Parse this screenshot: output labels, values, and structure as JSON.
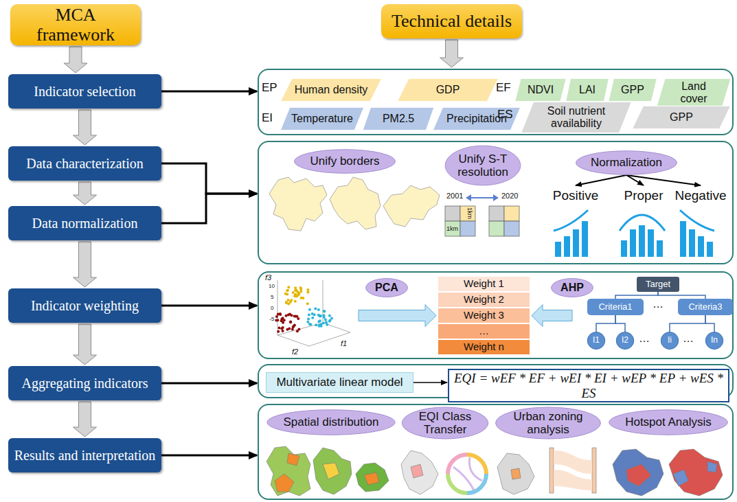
{
  "diagram": {
    "nodes": [
      {
        "text": [
          "MCA framework"
        ]
      },
      {
        "text": [
          "Technical details"
        ]
      },
      {
        "text": [
          "Indicator selection"
        ]
      },
      {
        "text": [
          "Data characterization"
        ]
      },
      {
        "text": [
          "Data normalization"
        ]
      },
      {
        "text": [
          "Indicator weighting"
        ]
      },
      {
        "text": [
          "Aggregating indicators"
        ]
      },
      {
        "text": [
          "Results and interpretation"
        ]
      },
      {
        "text": []
      },
      {
        "text": []
      },
      {
        "text": []
      },
      {
        "text": []
      },
      {
        "text": []
      },
      {
        "text": [
          "Human density"
        ],
        "in": 8
      },
      {
        "text": [
          "GDP"
        ],
        "in": 8
      },
      {
        "text": [
          "NDVI"
        ],
        "in": 8
      },
      {
        "text": [
          "LAI"
        ],
        "in": 8
      },
      {
        "text": [
          "GPP"
        ],
        "in": 8
      },
      {
        "text": [
          "Land cover"
        ],
        "in": 8
      },
      {
        "text": [
          "Temperature"
        ],
        "in": 8
      },
      {
        "text": [
          "PM2.5"
        ],
        "in": 8
      },
      {
        "text": [
          "Precipitation"
        ],
        "in": 8
      },
      {
        "text": [
          "Soil nutrient availability"
        ],
        "in": 8
      },
      {
        "text": [
          "GPP"
        ],
        "in": 8
      },
      {
        "text": [
          "Unify borders"
        ],
        "in": 9
      },
      {
        "text": [
          "Unify S-T resolution"
        ],
        "in": 9
      },
      {
        "text": [
          "Normalization"
        ],
        "in": 9
      },
      {
        "text": [
          "Positive"
        ],
        "in": 9
      },
      {
        "text": [
          "Proper"
        ],
        "in": 9
      },
      {
        "text": [
          "Negative"
        ],
        "in": 9
      },
      {
        "text": [
          "PCA"
        ],
        "in": 10
      },
      {
        "text": [
          "Weight 1"
        ],
        "in": 10
      },
      {
        "text": [
          "Weight 2"
        ],
        "in": 10
      },
      {
        "text": [
          "Weight 3"
        ],
        "in": 10
      },
      {
        "text": [
          "…"
        ],
        "in": 10
      },
      {
        "text": [
          "Weight n"
        ],
        "in": 10
      },
      {
        "text": [
          "AHP"
        ],
        "in": 10
      },
      {
        "text": [
          "Target"
        ],
        "in": 10
      },
      {
        "text": [
          "Criteria1"
        ],
        "in": 10
      },
      {
        "text": [
          "Criteria3"
        ],
        "in": 10
      },
      {
        "text": [
          "I1"
        ],
        "in": 10
      },
      {
        "text": [
          "I2"
        ],
        "in": 10
      },
      {
        "text": [
          "Ii"
        ],
        "in": 10
      },
      {
        "text": [
          "In"
        ],
        "in": 10
      },
      {
        "text": [
          "Multivariate linear model"
        ],
        "in": 11
      },
      {
        "text": [
          "EQI = wEF * EF + wEI * EI + wEP * EP + wES * ES"
        ],
        "in": 11
      },
      {
        "text": [
          "Spatial distribution"
        ],
        "in": 12
      },
      {
        "text": [
          "EQI Class Transfer"
        ],
        "in": 12
      },
      {
        "text": [
          "Urban zoning analysis"
        ],
        "in": 12
      },
      {
        "text": [
          "Hotspot Analysis"
        ],
        "in": 12
      }
    ],
    "edges": [
      {
        "from": 0,
        "to": 2,
        "arrow": "to"
      },
      {
        "from": 2,
        "to": 3,
        "arrow": "to"
      },
      {
        "from": 3,
        "to": 4,
        "arrow": "to"
      },
      {
        "from": 4,
        "to": 5,
        "arrow": "to"
      },
      {
        "from": 5,
        "to": 6,
        "arrow": "to"
      },
      {
        "from": 6,
        "to": 7,
        "arrow": "to"
      },
      {
        "from": 1,
        "to": 8,
        "arrow": "to"
      },
      {
        "from": 2,
        "to": 8,
        "arrow": "to"
      },
      {
        "from": 3,
        "to": 9,
        "arrow": "to"
      },
      {
        "from": 4,
        "to": 9,
        "arrow": "to"
      },
      {
        "from": 5,
        "to": 10,
        "arrow": "to"
      },
      {
        "from": 6,
        "to": 11,
        "arrow": "to"
      },
      {
        "from": 7,
        "to": 12,
        "arrow": "to"
      },
      {
        "from": 26,
        "to": 27,
        "arrow": "to"
      },
      {
        "from": 26,
        "to": 28,
        "arrow": "to"
      },
      {
        "from": 26,
        "to": 29,
        "arrow": "to"
      },
      {
        "from": 30,
        "to": 33,
        "arrow": "to"
      },
      {
        "from": 36,
        "to": 33,
        "arrow": "to"
      },
      {
        "from": 37,
        "to": 38,
        "arrow": "none"
      },
      {
        "from": 37,
        "to": 39,
        "arrow": "none"
      },
      {
        "from": 38,
        "to": 40,
        "arrow": "none"
      },
      {
        "from": 38,
        "to": 41,
        "arrow": "none"
      },
      {
        "from": 39,
        "to": 42,
        "arrow": "none"
      },
      {
        "from": 39,
        "to": 43,
        "arrow": "none"
      },
      {
        "from": 44,
        "to": 45,
        "arrow": "to"
      }
    ],
    "labels": [
      "EP",
      "EF",
      "EI",
      "ES",
      "2001",
      "2020",
      "1km",
      "1km",
      "f3",
      "f2",
      "f1",
      "10",
      "5",
      "0",
      "-5",
      "…",
      "…",
      "…"
    ]
  }
}
